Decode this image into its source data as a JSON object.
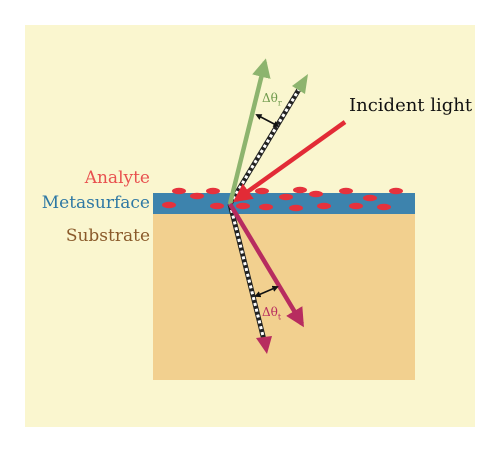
{
  "labels": {
    "analyte": "Analyte",
    "metasurface": "Metasurface",
    "substrate": "Substrate",
    "incident": "Incident light",
    "delta_theta_r": {
      "symbol": "Δθ",
      "sub": "r"
    },
    "delta_theta_t": {
      "symbol": "Δθ",
      "sub": "t"
    }
  },
  "colors": {
    "background": "#faf6cf",
    "substrate": "#f2d08f",
    "metasurface": "#3d83ad",
    "analyte_dots": "#e5323d",
    "incident_ray": "#e22b36",
    "reflected_ray": "#8db46e",
    "transmitted_ray": "#b72c5f",
    "angle_arrow": "#111111"
  }
}
